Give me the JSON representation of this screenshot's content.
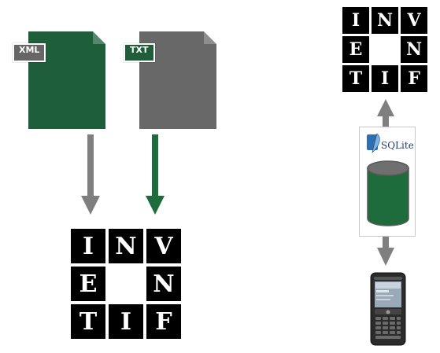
{
  "files": [
    {
      "id": "xml",
      "label": "XML",
      "color": "#1e5e3b",
      "badge_color": "#666666"
    },
    {
      "id": "txt",
      "label": "TXT",
      "color": "#686868",
      "badge_color": "#1e5e3b"
    }
  ],
  "logo": {
    "rows": [
      [
        "I",
        "N",
        "V"
      ],
      [
        "E",
        "",
        "N"
      ],
      [
        "T",
        "I",
        "F"
      ]
    ]
  },
  "sqlite": {
    "label": "SQLite"
  },
  "colors": {
    "green": "#1e6b3c",
    "gray": "#7f7f7f",
    "black": "#000000"
  }
}
